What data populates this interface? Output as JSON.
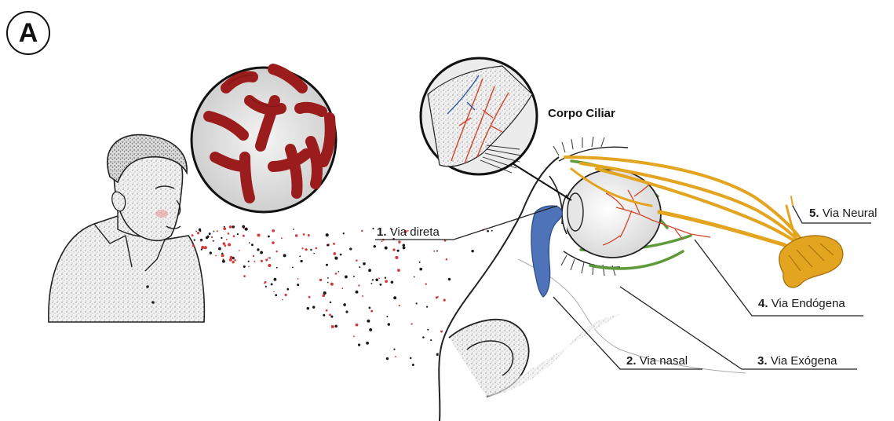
{
  "panel_label": "A",
  "inset_label": "Corpo Ciliar",
  "routes": [
    {
      "number": "1.",
      "name": "Via direta"
    },
    {
      "number": "2.",
      "name": "Via nasal"
    },
    {
      "number": "3.",
      "name": "Via Exógena"
    },
    {
      "number": "4.",
      "name": "Via Endógena"
    },
    {
      "number": "5.",
      "name": "Via Neural"
    }
  ],
  "colors": {
    "bacteria": "#9b1c1c",
    "nerve": "#e3a51f",
    "vessel_red": "#d2452b",
    "vessel_blue": "#2f5aa8",
    "nasal_duct": "#4f73b8",
    "muscle_green": "#5f9a3a",
    "droplet_red": "#d23a3a",
    "ink": "#1a1a1a"
  }
}
